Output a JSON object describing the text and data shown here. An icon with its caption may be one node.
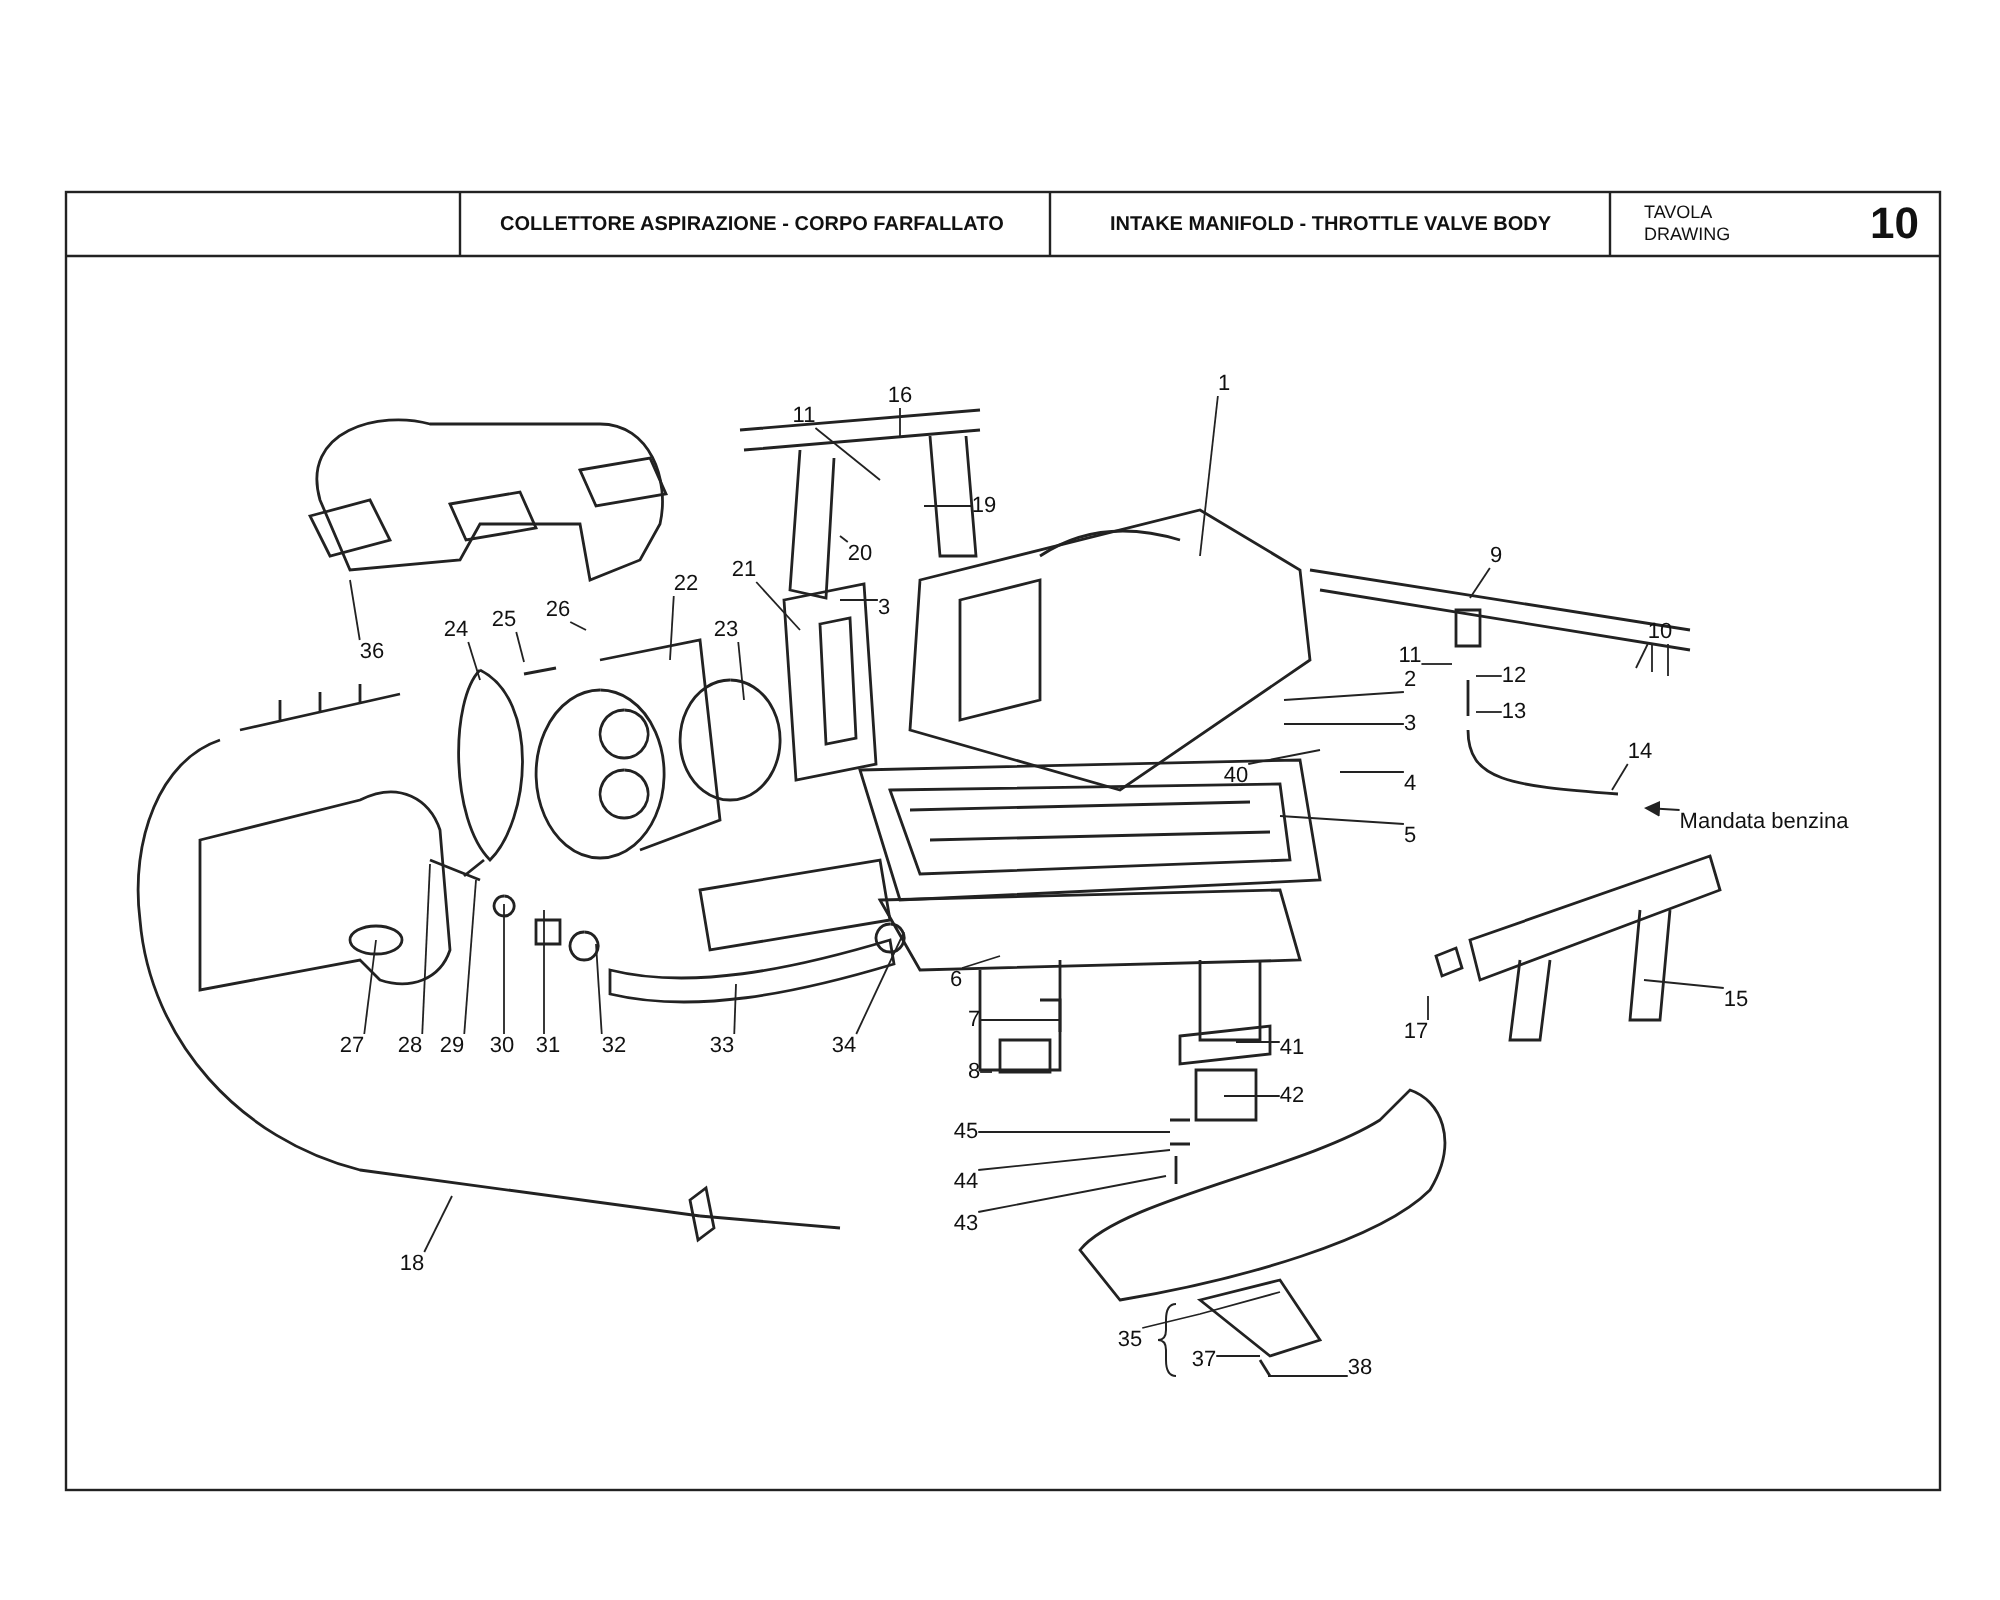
{
  "diagram": {
    "nodes": [
      {
        "text": [
          "16"
        ]
      },
      {
        "text": [
          "11"
        ]
      },
      {
        "text": [
          "1"
        ]
      },
      {
        "text": [
          "19"
        ]
      },
      {
        "text": [
          "20"
        ]
      },
      {
        "text": [
          "3"
        ]
      },
      {
        "text": [
          "21"
        ]
      },
      {
        "text": [
          "22"
        ]
      },
      {
        "text": [
          "9"
        ]
      },
      {
        "text": [
          "25"
        ]
      },
      {
        "text": [
          "26"
        ]
      },
      {
        "text": [
          "24"
        ]
      },
      {
        "text": [
          "36"
        ]
      },
      {
        "text": [
          "10"
        ]
      },
      {
        "text": [
          "11"
        ]
      },
      {
        "text": [
          "23"
        ]
      },
      {
        "text": [
          "2"
        ]
      },
      {
        "text": [
          "12"
        ]
      },
      {
        "text": [
          "3"
        ]
      },
      {
        "text": [
          "13"
        ]
      },
      {
        "text": [
          "14"
        ]
      },
      {
        "text": [
          "40"
        ]
      },
      {
        "text": [
          "4"
        ]
      },
      {
        "text": [
          "5"
        ]
      },
      {
        "text": [
          "Mandata benzina"
        ]
      },
      {
        "text": [
          "6"
        ]
      },
      {
        "text": [
          "15"
        ]
      },
      {
        "text": [
          "7"
        ]
      },
      {
        "text": [
          "27"
        ]
      },
      {
        "text": [
          "28"
        ]
      },
      {
        "text": [
          "29"
        ]
      },
      {
        "text": [
          "30"
        ]
      },
      {
        "text": [
          "31"
        ]
      },
      {
        "text": [
          "32"
        ]
      },
      {
        "text": [
          "33"
        ]
      },
      {
        "text": [
          "34"
        ]
      },
      {
        "text": [
          "17"
        ]
      },
      {
        "text": [
          "41"
        ]
      },
      {
        "text": [
          "8"
        ]
      },
      {
        "text": [
          "42"
        ]
      },
      {
        "text": [
          "45"
        ]
      },
      {
        "text": [
          "44"
        ]
      },
      {
        "text": [
          "43"
        ]
      },
      {
        "text": [
          "18"
        ]
      },
      {
        "text": [
          "35"
        ]
      },
      {
        "text": [
          "37"
        ]
      },
      {
        "text": [
          "38"
        ]
      }
    ],
    "edges": [
      {
        "from": 0,
        "to": null,
        "arrow": "none"
      },
      {
        "from": 1,
        "to": null,
        "arrow": "none"
      },
      {
        "from": 2,
        "to": null,
        "arrow": "none"
      },
      {
        "from": 3,
        "to": null,
        "arrow": "none"
      },
      {
        "from": 4,
        "to": null,
        "arrow": "none"
      },
      {
        "from": 5,
        "to": null,
        "arrow": "none"
      },
      {
        "from": 6,
        "to": null,
        "arrow": "none"
      },
      {
        "from": 7,
        "to": null,
        "arrow": "none"
      },
      {
        "from": 8,
        "to": null,
        "arrow": "none"
      },
      {
        "from": 9,
        "to": null,
        "arrow": "none"
      },
      {
        "from": 10,
        "to": null,
        "arrow": "none"
      },
      {
        "from": 11,
        "to": null,
        "arrow": "none"
      },
      {
        "from": 12,
        "to": null,
        "arrow": "none"
      },
      {
        "from": 13,
        "to": null,
        "arrow": "none"
      },
      {
        "from": 13,
        "to": null,
        "arrow": "none"
      },
      {
        "from": 13,
        "to": null,
        "arrow": "none"
      },
      {
        "from": 14,
        "to": null,
        "arrow": "none"
      },
      {
        "from": 15,
        "to": null,
        "arrow": "none"
      },
      {
        "from": 16,
        "to": null,
        "arrow": "none"
      },
      {
        "from": 17,
        "to": null,
        "arrow": "none"
      },
      {
        "from": 18,
        "to": null,
        "arrow": "none"
      },
      {
        "from": 19,
        "to": null,
        "arrow": "none"
      },
      {
        "from": 20,
        "to": null,
        "arrow": "none"
      },
      {
        "from": 21,
        "to": null,
        "arrow": "none"
      },
      {
        "from": 22,
        "to": null,
        "arrow": "none"
      },
      {
        "from": 23,
        "to": null,
        "arrow": "none"
      },
      {
        "from": 24,
        "to": null,
        "arrow": "to"
      },
      {
        "from": 25,
        "to": null,
        "arrow": "none"
      },
      {
        "from": 26,
        "to": null,
        "arrow": "none"
      },
      {
        "from": 27,
        "to": null,
        "arrow": "none"
      },
      {
        "from": 28,
        "to": null,
        "arrow": "none"
      },
      {
        "from": 29,
        "to": null,
        "arrow": "none"
      },
      {
        "from": 30,
        "to": null,
        "arrow": "none"
      },
      {
        "from": 31,
        "to": null,
        "arrow": "none"
      },
      {
        "from": 32,
        "to": null,
        "arrow": "none"
      },
      {
        "from": 33,
        "to": null,
        "arrow": "none"
      },
      {
        "from": 34,
        "to": null,
        "arrow": "none"
      },
      {
        "from": 35,
        "to": null,
        "arrow": "none"
      },
      {
        "from": 36,
        "to": null,
        "arrow": "none"
      },
      {
        "from": 37,
        "to": null,
        "arrow": "none"
      },
      {
        "from": 38,
        "to": null,
        "arrow": "none"
      },
      {
        "from": 39,
        "to": null,
        "arrow": "none"
      },
      {
        "from": 40,
        "to": null,
        "arrow": "none"
      },
      {
        "from": 41,
        "to": null,
        "arrow": "none"
      },
      {
        "from": 42,
        "to": null,
        "arrow": "none"
      },
      {
        "from": 43,
        "to": null,
        "arrow": "none"
      },
      {
        "from": 44,
        "to": null,
        "arrow": "none"
      },
      {
        "from": 45,
        "to": null,
        "arrow": "none"
      },
      {
        "from": 46,
        "to": null,
        "arrow": "none"
      }
    ],
    "labels": [
      "COLLETTORE ASPIRAZIONE - CORPO FARFALLATO",
      "INTAKE MANIFOLD - THROTTLE VALVE BODY",
      "TAVOLA",
      "DRAWING",
      "10"
    ]
  }
}
